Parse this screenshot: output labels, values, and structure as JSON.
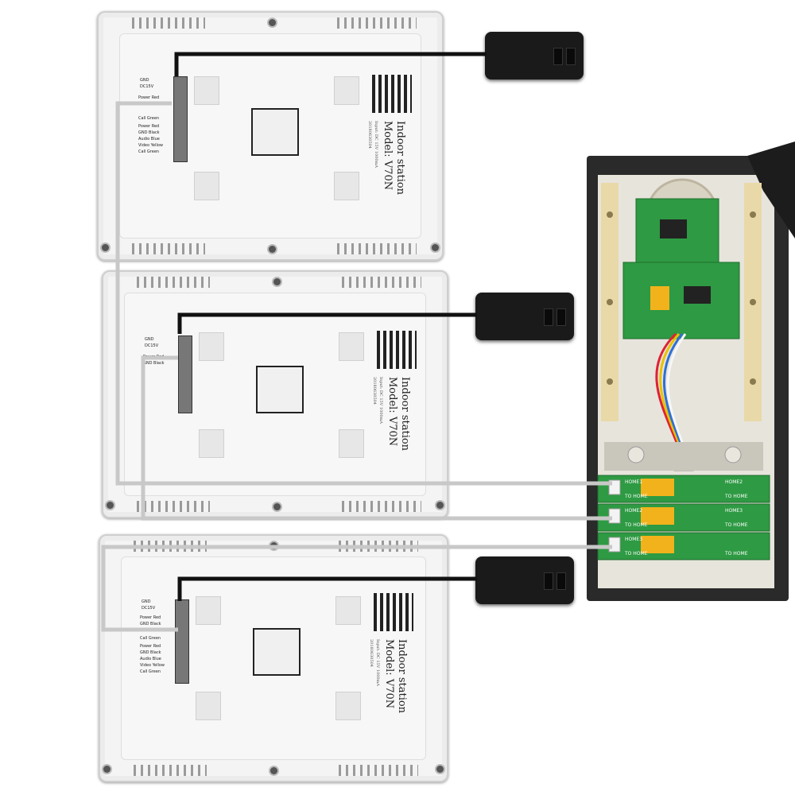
{
  "monitor": {
    "title": "Indoor station",
    "model": "Model: V70N",
    "fine_print": "Input: DC 15V 1000mA",
    "serial": "20180630504"
  },
  "terminals": {
    "top_pins": [
      "GND",
      "DC15V"
    ],
    "group_a": [
      "Power Red",
      "GND Black",
      "Call Green"
    ],
    "group_b": [
      "Power Red",
      "GND Black",
      "Audio Blue",
      "Video Yellow",
      "Call Green"
    ]
  },
  "relay_labels": [
    "HOME1",
    "TO HOME",
    "HOME2",
    "TO HOME",
    "HOME3",
    "TO HOME"
  ],
  "colors": {
    "power_cable": "#111111",
    "signal_cable": "#c8c8c8",
    "pcb_green": "#2e9a43",
    "relay_yellow": "#f2b21b",
    "enclosure": "#2a2a2a"
  }
}
